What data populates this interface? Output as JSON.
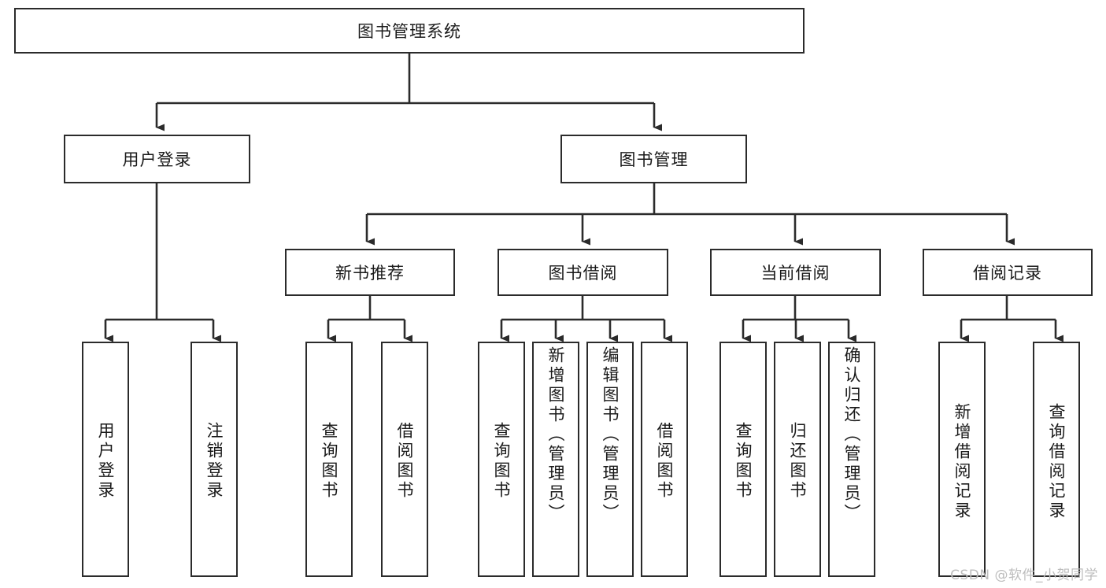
{
  "diagram": {
    "type": "tree",
    "title": "图书管理系统",
    "stroke_color": "#2b2b2b",
    "background_color": "#ffffff",
    "text_color": "#1a1a1a",
    "root": {
      "label": "图书管理系统"
    },
    "level2": [
      {
        "label": "用户登录"
      },
      {
        "label": "图书管理"
      }
    ],
    "level3": [
      {
        "label": "新书推荐"
      },
      {
        "label": "图书借阅"
      },
      {
        "label": "当前借阅"
      },
      {
        "label": "借阅记录"
      }
    ],
    "leaves": {
      "user_login": [
        {
          "label": "用户登录"
        },
        {
          "label": "注销登录"
        }
      ],
      "new_book": [
        {
          "label": "查询图书"
        },
        {
          "label": "借阅图书"
        }
      ],
      "borrow_book": [
        {
          "label": "查询图书"
        },
        {
          "label": "新增图书（管理员）"
        },
        {
          "label": "编辑图书（管理员）"
        },
        {
          "label": "借阅图书"
        }
      ],
      "current_borrow": [
        {
          "label": "查询图书"
        },
        {
          "label": "归还图书"
        },
        {
          "label": "确认归还（管理员）"
        }
      ],
      "borrow_record": [
        {
          "label": "新增借阅记录"
        },
        {
          "label": "查询借阅记录"
        }
      ]
    }
  },
  "watermark": {
    "text": "CSDN @软件_小贺同学",
    "color": "#bdbdbd"
  }
}
